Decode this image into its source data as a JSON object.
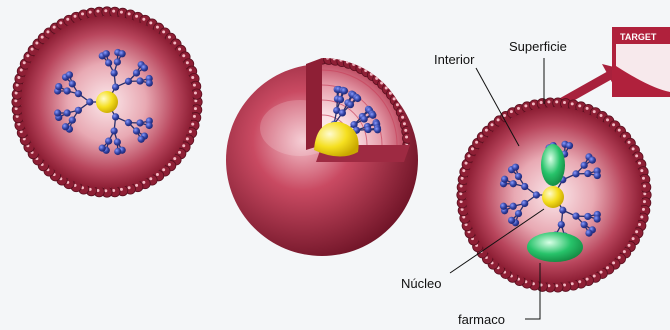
{
  "labels": {
    "interior": "Interior",
    "superficie": "Superficie",
    "target": "TARGET",
    "nucleo": "Núcleo",
    "farmaco": "farmaco"
  },
  "colors": {
    "background": "#f4f6f8",
    "dendrimer_outer": "#8e1f35",
    "dendrimer_inner": "#f3d3d8",
    "branch_node": "#2f3f9e",
    "core": "#f5df1f",
    "drug": "#27c36a",
    "target_box": "#b0213c"
  },
  "figures": [
    {
      "name": "dendrimer-full",
      "contents": [
        "core",
        "branches",
        "surface-groups"
      ]
    },
    {
      "name": "dendrimer-cutaway",
      "contents": [
        "core",
        "layered-shells",
        "branches"
      ]
    },
    {
      "name": "dendrimer-drug-loaded",
      "contents": [
        "core",
        "branches",
        "surface-groups",
        "drug"
      ]
    }
  ]
}
